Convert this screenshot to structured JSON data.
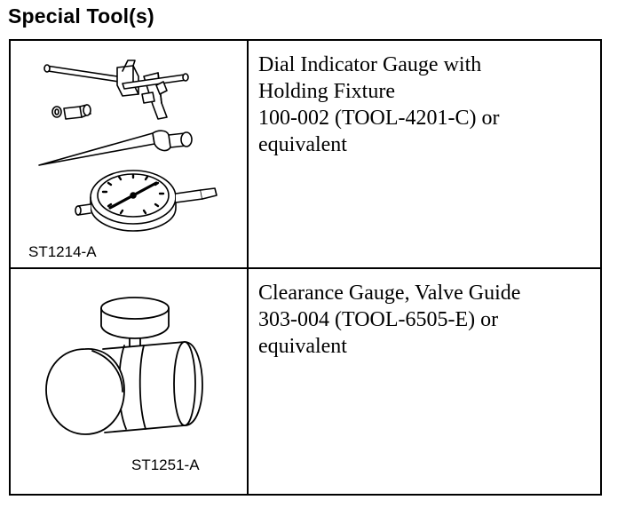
{
  "page_title": "Special Tool(s)",
  "tools": [
    {
      "figure_code": "ST1214-A",
      "description_lines": [
        "Dial Indicator Gauge with",
        "Holding Fixture",
        "100-002 (TOOL-4201-C) or",
        "equivalent"
      ]
    },
    {
      "figure_code": "ST1251-A",
      "description_lines": [
        "Clearance Gauge, Valve Guide",
        "303-004 (TOOL-6505-E) or",
        "equivalent"
      ]
    }
  ]
}
